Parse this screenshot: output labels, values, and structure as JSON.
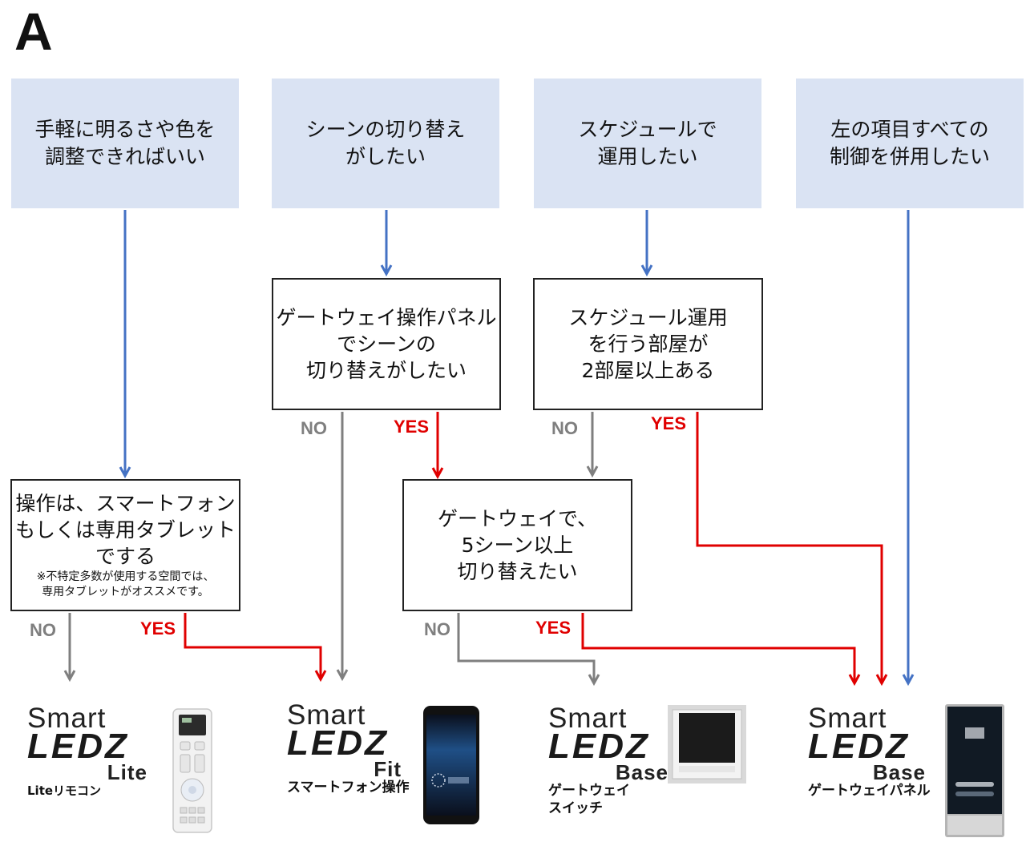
{
  "panel_label": "A",
  "top_boxes": [
    {
      "text": "手軽に明るさや色を\n調整できればいい"
    },
    {
      "text": "シーンの切り替え\nがしたい"
    },
    {
      "text": "スケジュールで\n運用したい"
    },
    {
      "text": "左の項目すべての\n制御を併用したい"
    }
  ],
  "questions": {
    "q1": {
      "text": "操作は、スマートフォン\nもしくは専用タブレット\nでする",
      "note": "※不特定多数が使用する空間では、\n専用タブレットがオススメです。"
    },
    "q2": {
      "text": "ゲートウェイ操作パネル\nでシーンの\n切り替えがしたい"
    },
    "q3": {
      "text": "スケジュール運用\nを行う部屋が\n2部屋以上ある"
    },
    "q4": {
      "text": "ゲートウェイで、\n5シーン以上\n切り替えたい"
    }
  },
  "answer_labels": {
    "no": "NO",
    "yes": "YES"
  },
  "products": [
    {
      "smart": "Smart",
      "ledz": "LEDZ",
      "sub": "Lite",
      "caption": "Liteリモコン"
    },
    {
      "smart": "Smart",
      "ledz": "LEDZ",
      "sub": "Fit",
      "caption": "スマートフォン操作"
    },
    {
      "smart": "Smart",
      "ledz": "LEDZ",
      "sub": "Base",
      "caption": "ゲートウェイ\nスイッチ"
    },
    {
      "smart": "Smart",
      "ledz": "LEDZ",
      "sub": "Base",
      "caption": "ゲートウェイパネル"
    }
  ],
  "colors": {
    "blue": "#4472c4",
    "gray": "#7f7f7f",
    "red": "#e00000",
    "box_fill": "#dae3f3"
  }
}
